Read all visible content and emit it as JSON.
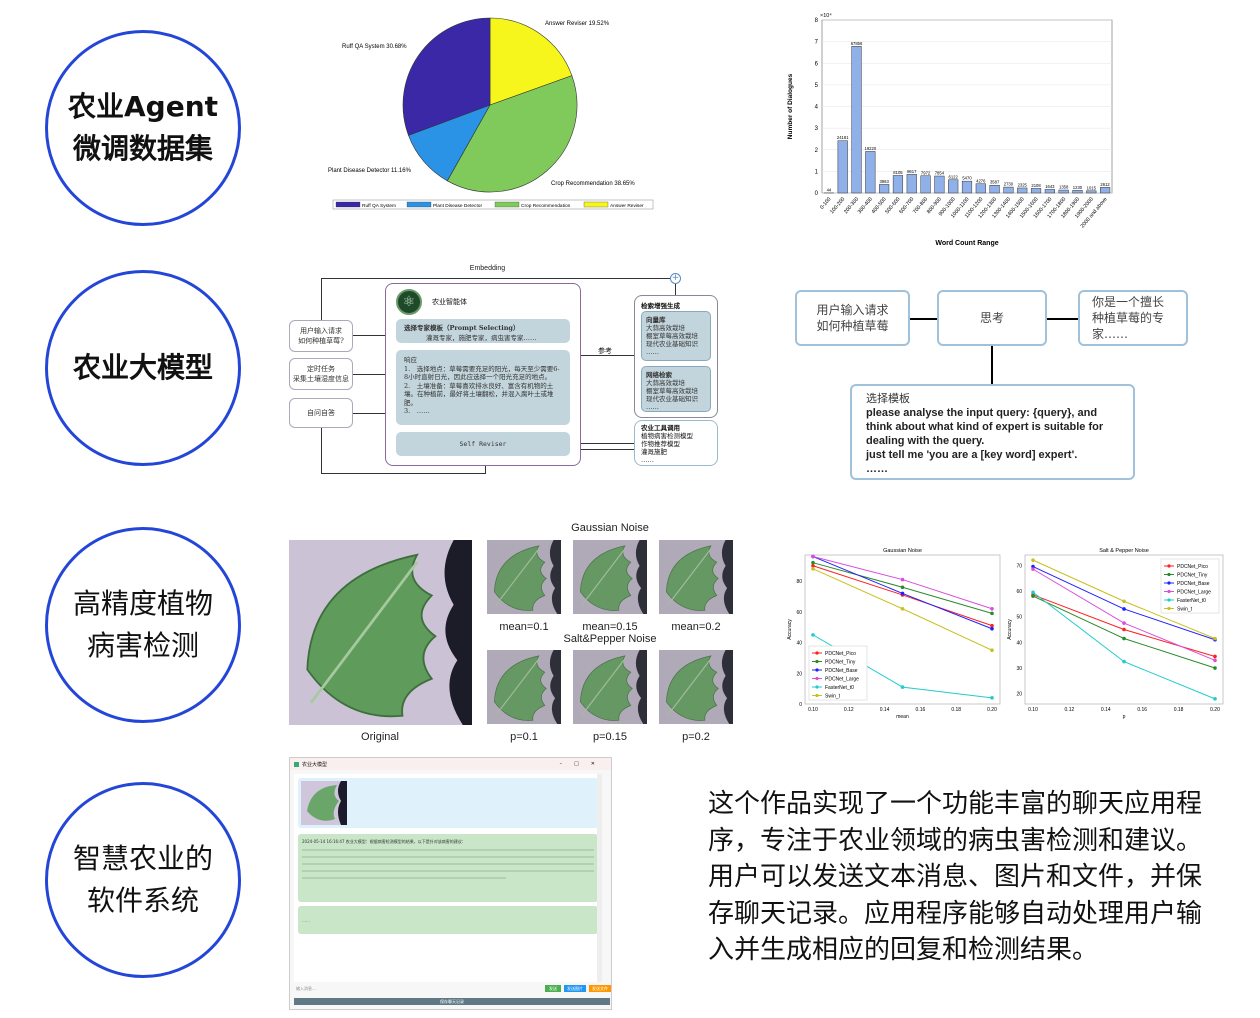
{
  "left_labels": [
    {
      "line1": "农业Agent",
      "line2": "微调数据集"
    },
    {
      "line1": "农业大模型",
      "line2": ""
    },
    {
      "line1": "高精度植物",
      "line2": "病害检测"
    },
    {
      "line1": "智慧农业的",
      "line2": "软件系统"
    }
  ],
  "diagram": {
    "embedding": "Embedding",
    "user_request": "用户输入请求",
    "user_request_q": "如何种植草莓?",
    "scheduled": "定时任务",
    "scheduled_detail": "采集土壤湿度信息",
    "self_qa": "自问自答",
    "agent_title": "农业智能体",
    "prompt_title": "选择专家模板（Prompt Selecting）",
    "prompt_experts": "灌溉专家，施肥专家，病虫害专家……",
    "response_title": "响应",
    "response_items": [
      "1.　选择地点：草莓需要充足的阳光，每天至少需要6-8小时直射日光，因此应选择一个阳光充足的地点。",
      "2.　土壤准备：草莓喜欢排水良好、富含有机物的土壤。在种植前，最好将土壤翻松，并混入腐叶土或堆肥。",
      "3.　……"
    ],
    "self_reviser": "Self Reviser",
    "reference": "参考",
    "rag_title": "检索增强生成",
    "vector_db": "向量库",
    "vector_items": [
      "大蒜高效栽培",
      "棚室草莓高效栽培",
      "现代农业基础知识",
      "……"
    ],
    "web_search": "网络检索",
    "web_items": [
      "大蒜高效栽培",
      "棚室草莓高效栽培",
      "现代农业基础知识",
      "……"
    ],
    "tools_title": "农业工具调用",
    "tools_items": [
      "植物病害检测模型",
      "作物推荐模型",
      "灌溉施肥",
      "……"
    ]
  },
  "flow": {
    "input": "用户输入请求\n如何种植草莓",
    "think": "思考",
    "output": "你是一个擅长种植草莓的专家……",
    "template_title": "选择模板",
    "template_body": "please analyse the input query: {query}, and think about what kind of expert is suitable for dealing with the query.\njust tell me 'you are a [key word] expert'.\n……"
  },
  "noise": {
    "gaussian_title": "Gaussian Noise",
    "sp_title": "Salt&Pepper Noise",
    "gaussian_labels": [
      "mean=0.1",
      "mean=0.15",
      "mean=0.2"
    ],
    "sp_labels": [
      "p=0.1",
      "p=0.15",
      "p=0.2"
    ],
    "original": "Original"
  },
  "app": {
    "title": "农业大模型",
    "message": "2024-05-14 16:16:47 农业大模型：根据病害检测模型的结果，以下是针对该病害的建议：",
    "input_placeholder": "输入消息...",
    "send": "发送",
    "send_image": "发送图片",
    "send_file": "发送文件",
    "save": "保存聊天记录",
    "pending": "……"
  },
  "description": "这个作品实现了一个功能丰富的聊天应用程序，专注于农业领域的病虫害检测和建议。用户可以发送文本消息、图片和文件，并保存聊天记录。应用程序能够自动处理用户输入并生成相应的回复和检测结果。",
  "chart_data": [
    {
      "type": "pie",
      "title": "",
      "labels": [
        "Ruff QA System",
        "Plant Disease Detector",
        "Crop Recommendation",
        "Answer Reviser"
      ],
      "values": [
        30.68,
        11.16,
        38.65,
        19.52
      ],
      "slice_labels": [
        "Ruff QA System 30.68%",
        "Plant Disease Detector 11.16%",
        "Crop Recommendation 38.65%",
        "Answer Reviser 19.52%"
      ],
      "colors": [
        "#3a28a6",
        "#2b93e6",
        "#7fca5a",
        "#f6f61c"
      ],
      "legend": "bottom"
    },
    {
      "type": "bar",
      "xlabel": "Word Count Range",
      "ylabel": "Number of Dialogues",
      "exponent": "×10⁴",
      "ylim": [
        0,
        80000
      ],
      "yticks": [
        0,
        1,
        2,
        3,
        4,
        5,
        6,
        7,
        8
      ],
      "categories": [
        "0-100",
        "100-200",
        "200-300",
        "300-400",
        "400-500",
        "500-600",
        "600-700",
        "700-800",
        "800-900",
        "900-1000",
        "1000-1100",
        "1100-1200",
        "1200-1300",
        "1300-1400",
        "1400-1500",
        "1500-1600",
        "1600-1700",
        "1700-1800",
        "1800-1900",
        "1900-2000",
        "2000 and above"
      ],
      "values": [
        44,
        24181,
        67856,
        19220,
        3963,
        8105,
        8617,
        7972,
        7854,
        6122,
        5470,
        4276,
        3587,
        2730,
        2325,
        2108,
        1643,
        1358,
        1230,
        1015,
        2612
      ],
      "color": "#8fb0e8"
    },
    {
      "type": "line",
      "title": "Gaussian Noise",
      "xlabel": "mean",
      "ylabel": "Accuracy",
      "x": [
        0.1,
        0.15,
        0.2
      ],
      "ylim": [
        0,
        97
      ],
      "yticks": [
        0,
        20,
        40,
        60,
        80
      ],
      "xticks": [
        "0.10",
        "0.12",
        "0.14",
        "0.16",
        "0.18",
        "0.20"
      ],
      "legend": "bottom-left",
      "series": [
        {
          "name": "PDCNet_Pico",
          "color": "#ff2020",
          "values": [
            90,
            71,
            51
          ]
        },
        {
          "name": "PDCNet_Tiny",
          "color": "#2a8a2a",
          "values": [
            92,
            76,
            59
          ]
        },
        {
          "name": "PDCNet_Base",
          "color": "#2020ff",
          "values": [
            96,
            72,
            49
          ]
        },
        {
          "name": "PDCNet_Large",
          "color": "#d94fd9",
          "values": [
            96,
            81,
            62
          ]
        },
        {
          "name": "FasterNet_t0",
          "color": "#22cccc",
          "values": [
            45,
            11,
            4
          ]
        },
        {
          "name": "Swin_t",
          "color": "#c8c020",
          "values": [
            88,
            62,
            35
          ]
        }
      ]
    },
    {
      "type": "line",
      "title": "Salt & Pepper Noise",
      "xlabel": "p",
      "ylabel": "Accuracy",
      "x": [
        0.1,
        0.15,
        0.2
      ],
      "ylim": [
        16,
        74
      ],
      "yticks": [
        20,
        30,
        40,
        50,
        60,
        70
      ],
      "xticks": [
        "0.10",
        "0.12",
        "0.14",
        "0.16",
        "0.18",
        "0.20"
      ],
      "legend": "top-right",
      "series": [
        {
          "name": "PDCNet_Pico",
          "color": "#ff2020",
          "values": [
            58.5,
            45,
            34.5
          ]
        },
        {
          "name": "PDCNet_Tiny",
          "color": "#2a8a2a",
          "values": [
            58,
            41.5,
            30
          ]
        },
        {
          "name": "PDCNet_Base",
          "color": "#2020ff",
          "values": [
            69.5,
            53,
            41
          ]
        },
        {
          "name": "PDCNet_Large",
          "color": "#d94fd9",
          "values": [
            68.5,
            47.5,
            33
          ]
        },
        {
          "name": "FasterNet_t0",
          "color": "#22cccc",
          "values": [
            59.5,
            32.5,
            18
          ]
        },
        {
          "name": "Swin_t",
          "color": "#c8c020",
          "values": [
            72,
            56,
            41.5
          ]
        }
      ]
    }
  ]
}
